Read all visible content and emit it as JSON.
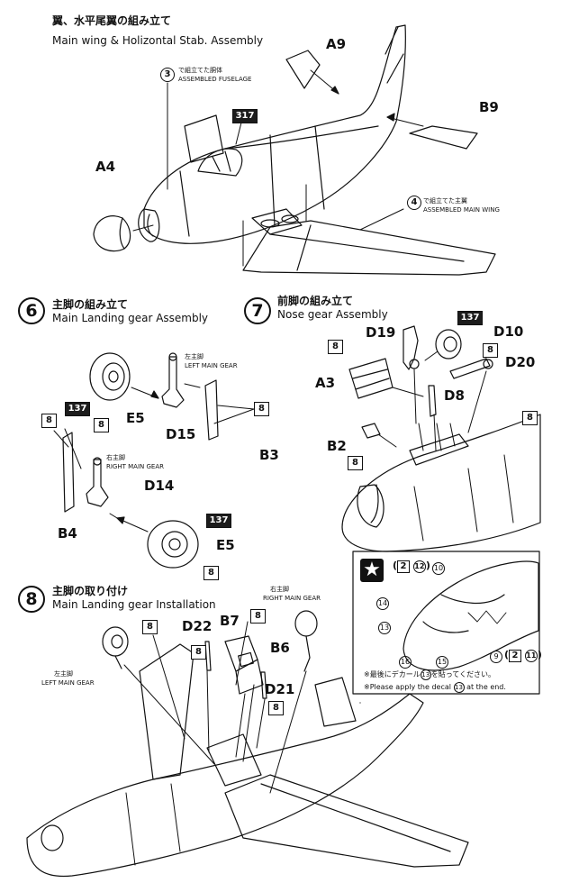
{
  "watermark": {
    "line1": "",
    "line2": ""
  },
  "steps": {
    "s5": {
      "jp": "翼、水平尾翼の組み立て",
      "en": "Main wing & Holizontal Stab. Assembly"
    },
    "s6": {
      "num": "6",
      "jp": "主脚の組み立て",
      "en": "Main Landing gear Assembly"
    },
    "s7": {
      "num": "7",
      "jp": "前脚の組み立て",
      "en": "Nose gear Assembly"
    },
    "s8": {
      "num": "8",
      "jp": "主脚の取り付け",
      "en": "Main Landing gear Installation"
    }
  },
  "callouts": {
    "fuselage": {
      "num": "3",
      "jp": "で組立てた胴体",
      "en": "ASSEMBLED FUSELAGE"
    },
    "mainwing": {
      "num": "4",
      "jp": "で組立てた主翼",
      "en": "ASSEMBLED MAIN WING"
    },
    "left6": {
      "jp": "左主脚",
      "en": "LEFT MAIN GEAR"
    },
    "right6": {
      "jp": "右主脚",
      "en": "RIGHT MAIN GEAR"
    },
    "left8": {
      "jp": "左主脚",
      "en": "LEFT MAIN GEAR"
    },
    "right8": {
      "jp": "右主脚",
      "en": "RIGHT MAIN GEAR"
    }
  },
  "parts": {
    "A9": "A9",
    "B9": "B9",
    "A4": "A4",
    "E5a": "E5",
    "D15": "D15",
    "B3": "B3",
    "D14": "D14",
    "B4": "B4",
    "E5b": "E5",
    "D19": "D19",
    "D10": "D10",
    "A3": "A3",
    "D20": "D20",
    "D8": "D8",
    "B2": "B2",
    "D22": "D22",
    "B7": "B7",
    "B6": "B6",
    "D21": "D21"
  },
  "codes": {
    "c317": "317",
    "c137": "137",
    "c8": "8"
  },
  "decal_note": {
    "top_left_num": "2",
    "top_left_sub": "12",
    "top_right": "10",
    "n14": "14",
    "n13": "13",
    "n16": "16",
    "n15": "15",
    "n9": "9",
    "bottom_num": "2",
    "bottom_sub": "11",
    "jp_before": "※最後にデカール",
    "jp_num": "13",
    "jp_after": "を貼ってください。",
    "en_before": "※Please apply the decal",
    "en_num": "13",
    "en_after": "at the end."
  },
  "colors": {
    "line": "#111111",
    "paper": "#ffffff",
    "watermark": "#2b5fb0"
  }
}
